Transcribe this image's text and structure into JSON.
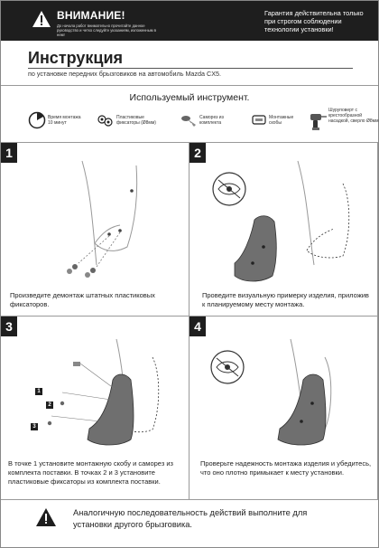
{
  "header": {
    "warning_title": "ВНИМАНИЕ!",
    "warning_text": "До начала работ внимательно прочитайте данное руководство и четко следуйте указаниям, изложенным в нем!",
    "guarantee_text": "Гарантия действительна только при строгом соблюдении технологии установки!"
  },
  "title": "Инструкция",
  "subtitle": "по установке передних брызговиков на автомобиль Mazda CX5.",
  "tools": {
    "heading": "Используемый инструмент.",
    "items": [
      {
        "icon": "clock-icon",
        "label": "Время монтажа 10 минут"
      },
      {
        "icon": "plastic-clips-icon",
        "label": "Пластиковые фиксаторы (Ø8мм)"
      },
      {
        "icon": "screw-icon",
        "label": "Саморез из комплекта"
      },
      {
        "icon": "bracket-icon",
        "label": "Монтажные скобы"
      },
      {
        "icon": "screwdriver-drill-icon",
        "label": "Шуруповерт с крестообразной насадкой, сверло Ø8мм"
      }
    ]
  },
  "steps": [
    {
      "number": "1",
      "text": "Произведите демонтаж штатных пластиковых фиксаторов."
    },
    {
      "number": "2",
      "text": "Проведите визуальную примерку изделия, приложив к планируемому месту монтажа."
    },
    {
      "number": "3",
      "text": "В точке 1 установите монтажную скобу и саморез из комплекта поставки. В точках 2 и 3 установите пластиковые фиксаторы из комплекта поставки.",
      "callouts": [
        "1",
        "2",
        "3"
      ]
    },
    {
      "number": "4",
      "text": "Проверьте надежность монтажа изделия и убедитесь, что оно плотно примыкает к месту установки."
    }
  ],
  "footer": {
    "text": "Аналогичную последовательность действий выполните для установки другого брызговика."
  },
  "colors": {
    "header_bg": "#1e1e1e",
    "mudflap": "#6f6f6f",
    "line": "#999999"
  }
}
